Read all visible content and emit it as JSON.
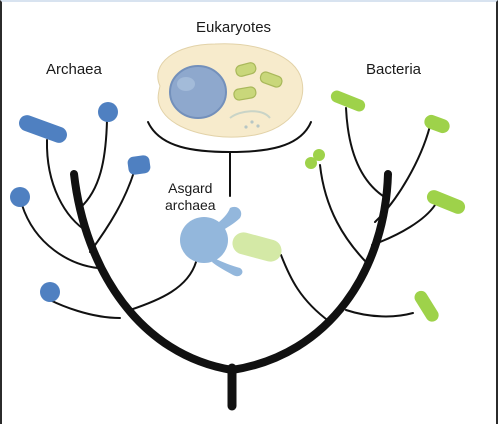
{
  "labels": {
    "eukaryotes": "Eukaryotes",
    "archaea": "Archaea",
    "bacteria": "Bacteria",
    "asgard_line1": "Asgard",
    "asgard_line2": "archaea"
  },
  "colors": {
    "trunk": "#111111",
    "archaea_cell": "#4f80c1",
    "bacteria_cell": "#9ed24a",
    "asgard_cell": "#93b7dc",
    "asgard_bacterium": "#d4e9a6",
    "eukaryote_cell": "#f7ebcc",
    "nucleus": "#8ea8cd",
    "mitochondria": "#c9d77a"
  }
}
